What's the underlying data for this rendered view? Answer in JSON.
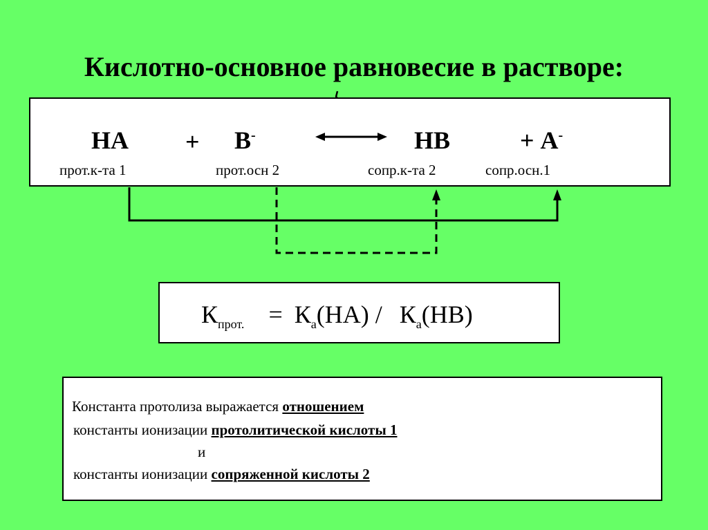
{
  "title": "Кислотно-основное равновесие в растворе:",
  "equation": {
    "ha": "НА",
    "plus1": "+",
    "b": "В",
    "b_charge": "-",
    "hb": "НВ",
    "a": "+ А",
    "a_charge": "-",
    "label_ha": "прот.к-та 1",
    "label_b": "прот.осн 2",
    "label_hb": "сопр.к-та 2",
    "label_a": "сопр.осн.1"
  },
  "formula": {
    "k": "К",
    "k_sub": "прот.",
    "eq": "=",
    "ka1": "К",
    "ka1_sub": "а",
    "arg1": "(НА) /",
    "ka2": "К",
    "ka2_sub": "а",
    "arg2": "(НВ)"
  },
  "text": {
    "line1_plain": "Константа протолиза  выражается ",
    "line1_ul": "отношением",
    "line2_plain": " константы ионизации  ",
    "line2_ul": "протолитической кислоты 1",
    "line3": "и",
    "line4_plain": " константы ионизации ",
    "line4_ul": "сопряженной кислоты 2"
  }
}
